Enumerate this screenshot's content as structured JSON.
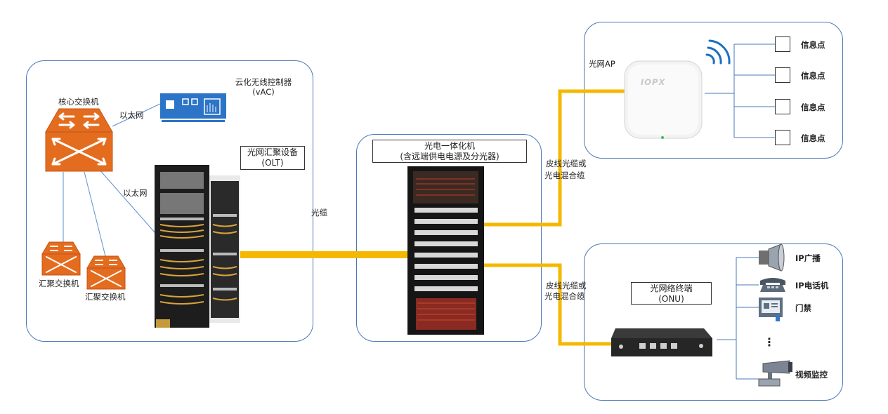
{
  "left": {
    "core_switch": "核心交换机",
    "eth_1": "以太网",
    "eth_2": "以太网",
    "vac_line1": "云化无线控制器",
    "vac_line2": "(vAC)",
    "olt_line1": "光网汇聚设备",
    "olt_line2": "(OLT)",
    "agg_switch_1": "汇聚交换机",
    "agg_switch_2": "汇聚交换机"
  },
  "link": {
    "fiber": "光缆"
  },
  "middle": {
    "title_line1": "光电一体化机",
    "title_line2": "(含远端供电电源及分光器)"
  },
  "cables": {
    "upper_line1": "皮线光缆或",
    "upper_line2": "光电混合缆",
    "lower_line1": "皮线光缆或",
    "lower_line2": "光电混合缆"
  },
  "ap_panel": {
    "ap_label": "光网AP",
    "brand": "IOPX",
    "info_points": [
      "信息点",
      "信息点",
      "信息点",
      "信息点"
    ]
  },
  "onu_panel": {
    "title_line1": "光网络终端",
    "title_line2": "(ONU)",
    "devices": [
      "IP广播",
      "IP电话机",
      "门禁",
      "⋮",
      "视频监控"
    ]
  },
  "colors": {
    "panel_border": "#4a78b8",
    "fiber": "#f5b800",
    "switch": "#e46c1f",
    "vac": "#2b74c7",
    "wifi": "#1f6fbf"
  }
}
